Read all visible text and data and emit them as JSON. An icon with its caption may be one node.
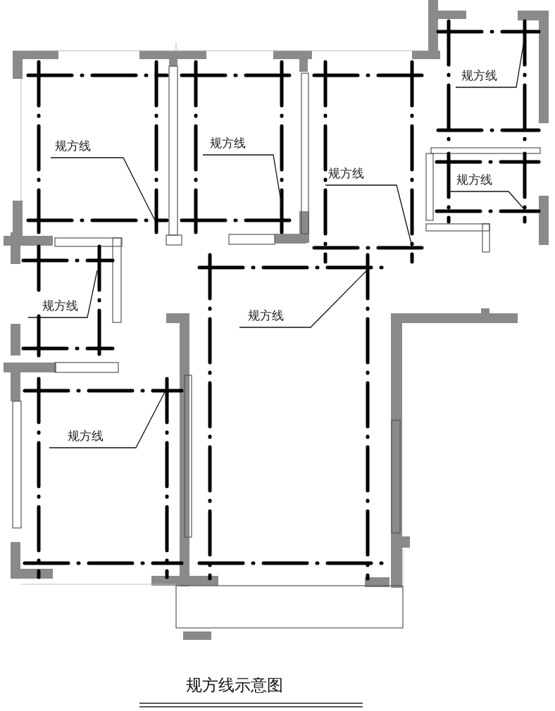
{
  "diagram": {
    "title": "规方线示意图",
    "nodes": [
      {
        "text": [
          "规方线"
        ]
      },
      {
        "text": [
          "规方线"
        ]
      },
      {
        "text": [
          "规方线"
        ]
      },
      {
        "text": [
          "规方线"
        ]
      },
      {
        "text": [
          "规方线"
        ]
      },
      {
        "text": [
          "规方线"
        ]
      },
      {
        "text": [
          "规方线"
        ]
      },
      {
        "text": [
          "规方线"
        ]
      }
    ],
    "edges": [
      {
        "from": 0,
        "to": null,
        "arrow": "none"
      },
      {
        "from": 1,
        "to": null,
        "arrow": "none"
      },
      {
        "from": 2,
        "to": null,
        "arrow": "none"
      },
      {
        "from": 3,
        "to": null,
        "arrow": "none"
      },
      {
        "from": 4,
        "to": null,
        "arrow": "none"
      },
      {
        "from": 5,
        "to": null,
        "arrow": "none"
      },
      {
        "from": 6,
        "to": null,
        "arrow": "none"
      },
      {
        "from": 7,
        "to": null,
        "arrow": "none"
      }
    ]
  }
}
